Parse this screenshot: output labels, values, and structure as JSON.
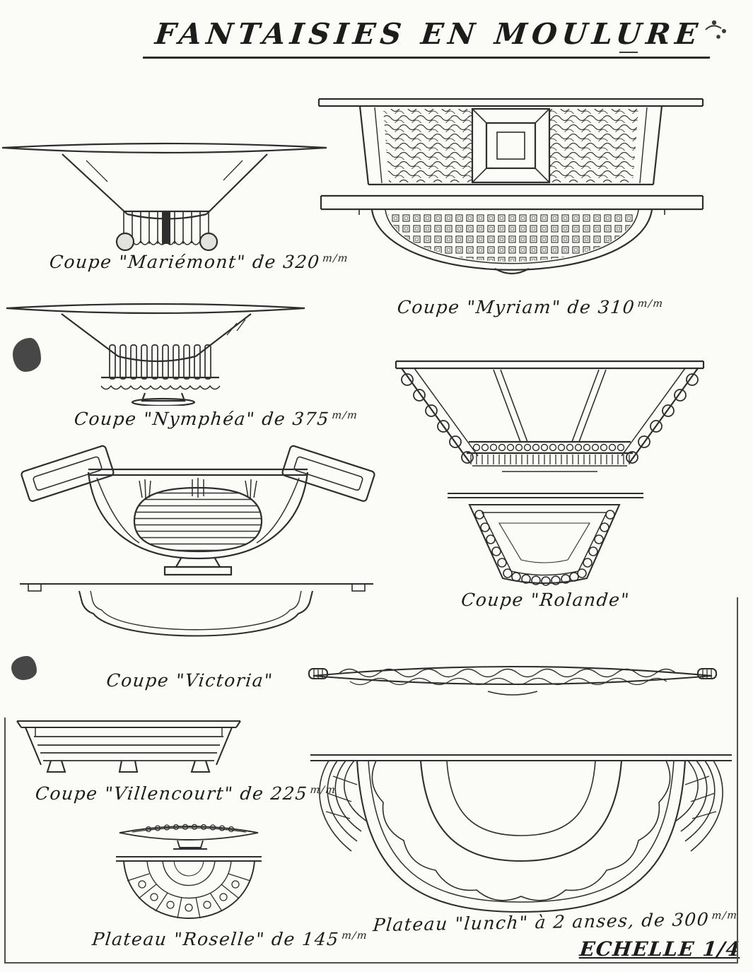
{
  "page": {
    "title": "FANTAISIES EN MOULURE",
    "scale_note": "ECHELLE 1/4"
  },
  "items": [
    {
      "id": "mariemont",
      "caption": "Coupe \"Mariémont\" de 320",
      "unit": "m/m"
    },
    {
      "id": "myriam",
      "caption": "Coupe \"Myriam\" de 310",
      "unit": "m/m"
    },
    {
      "id": "nymphea",
      "caption": "Coupe \"Nymphéa\" de 375",
      "unit": "m/m"
    },
    {
      "id": "rolande",
      "caption": "Coupe \"Rolande\"",
      "unit": ""
    },
    {
      "id": "victoria",
      "caption": "Coupe \"Victoria\"",
      "unit": ""
    },
    {
      "id": "villencourt",
      "caption": "Coupe \"Villencourt\" de 225",
      "unit": "m/m"
    },
    {
      "id": "roselle",
      "caption": "Plateau \"Roselle\" de 145",
      "unit": "m/m"
    },
    {
      "id": "lunch",
      "caption": "Plateau \"lunch\" à 2 anses, de 300",
      "unit": "m/m"
    }
  ]
}
